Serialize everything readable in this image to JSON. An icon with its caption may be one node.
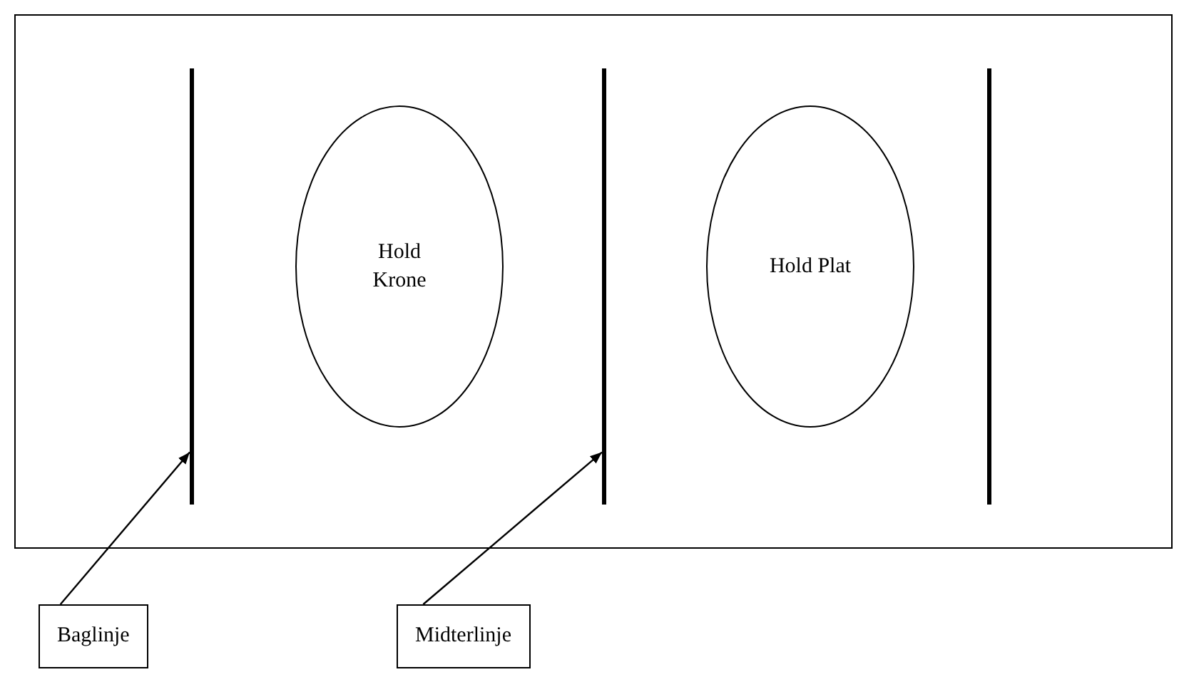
{
  "diagram": {
    "nodes": [
      {
        "text": [],
        "shape": "box"
      },
      {
        "text": [],
        "shape": "bar",
        "in": 0
      },
      {
        "text": [
          "Hold Krone"
        ],
        "in": 0
      },
      {
        "text": [],
        "shape": "bar",
        "in": 0
      },
      {
        "text": [
          "Hold Plat"
        ],
        "in": 0
      },
      {
        "text": [],
        "shape": "bar",
        "in": 0
      },
      {
        "text": [
          "Baglinje"
        ]
      },
      {
        "text": [
          "Midterlinje"
        ]
      }
    ],
    "edges": [
      {
        "from": 6,
        "to": 1,
        "arrow": "to"
      },
      {
        "from": 7,
        "to": 3,
        "arrow": "to"
      }
    ]
  }
}
